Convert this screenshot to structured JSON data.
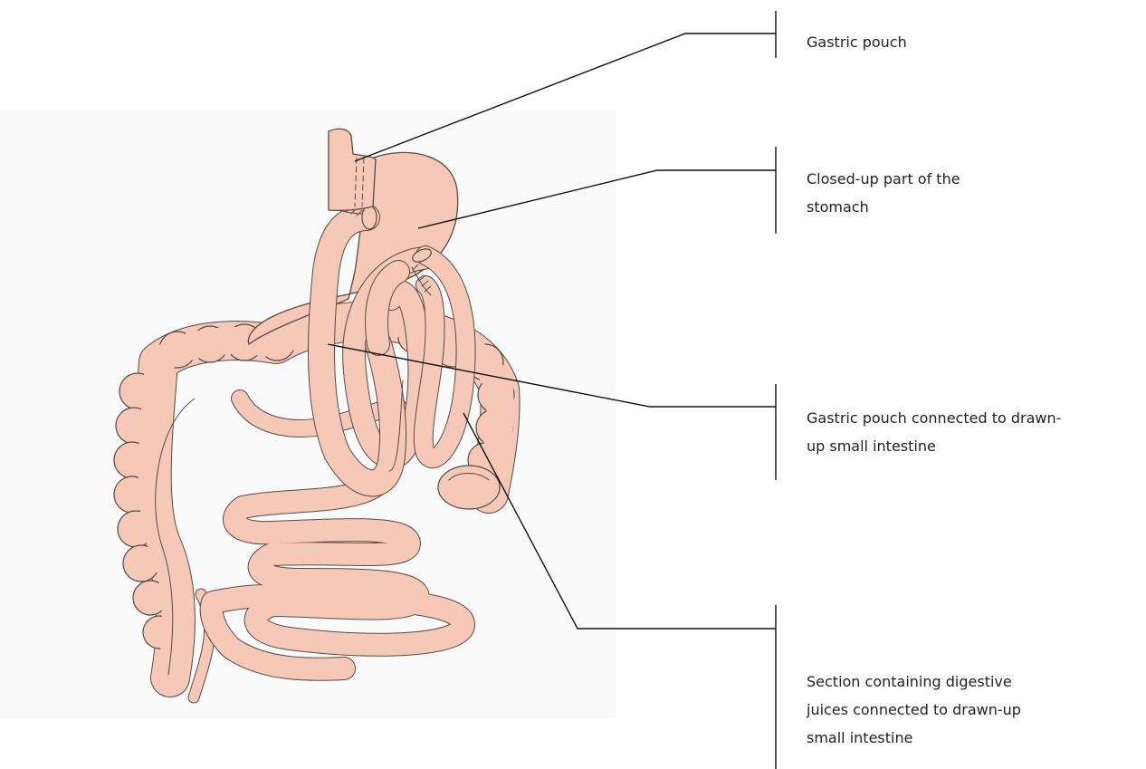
{
  "colors": {
    "tissue": "#f5c8b7",
    "outline": "#5a4a44",
    "backdrop": "#fafafa",
    "leader": "#111111"
  },
  "labels": {
    "gastric_pouch": "Gastric pouch",
    "closed_stomach": "Closed-up part of the\nstomach",
    "pouch_connected": "Gastric pouch connected to drawn-\nup small intestine",
    "digestive_section": "Section containing digestive\njuices connected to drawn-up\nsmall intestine"
  }
}
